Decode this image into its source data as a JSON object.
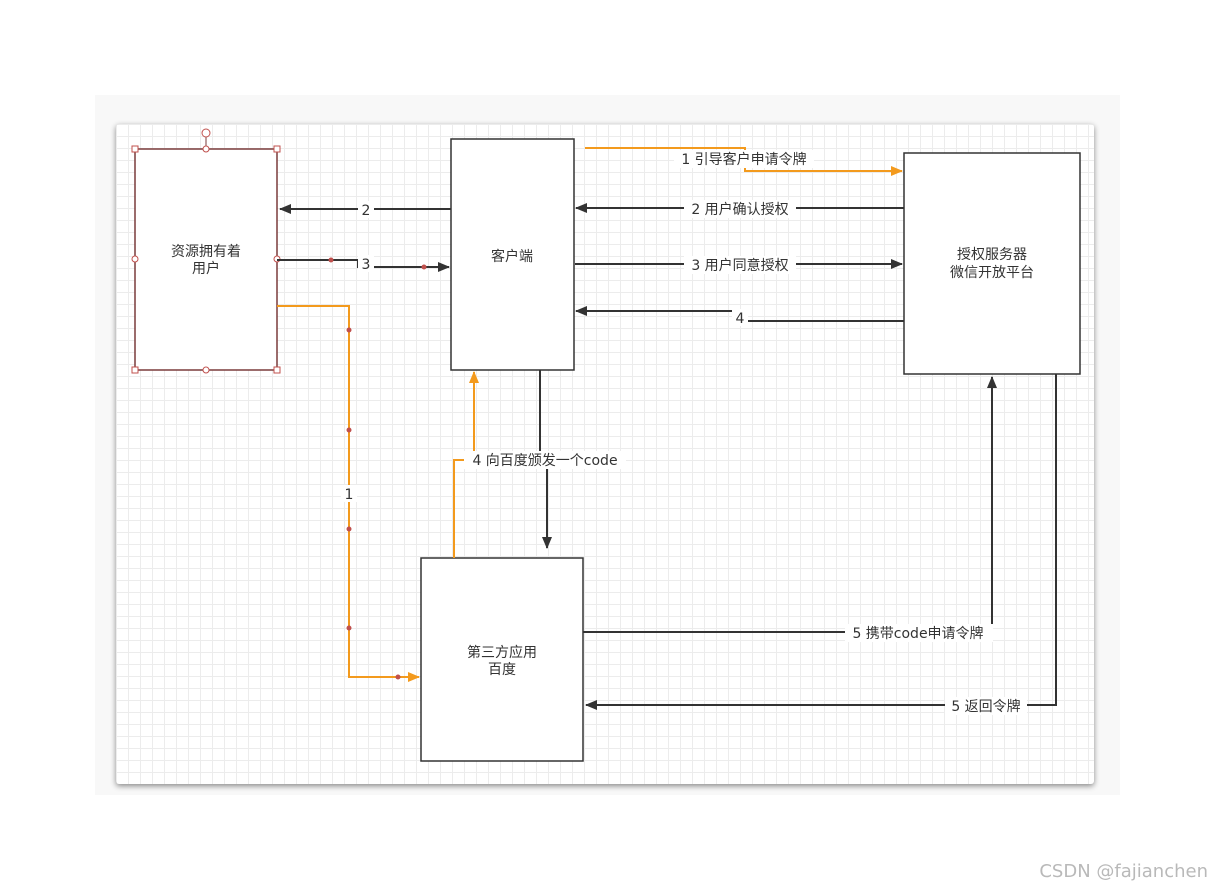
{
  "nodes": {
    "resource_owner": {
      "lines": [
        "资源拥有着",
        "用户"
      ]
    },
    "client": {
      "lines": [
        "客户端"
      ]
    },
    "auth_server": {
      "lines": [
        "授权服务器",
        "微信开放平台"
      ]
    },
    "third_party": {
      "lines": [
        "第三方应用",
        "百度"
      ]
    }
  },
  "edges": {
    "e1_guide_token": "1 引导客户申请令牌",
    "e2_client_owner": "2",
    "e3_owner_client": "3",
    "e2_user_confirm": "2 用户确认授权",
    "e3_user_agree": "3 用户同意授权",
    "e4_auth_client": "4",
    "e4_issue_code": "4 向百度颁发一个code",
    "e1_owner_thirdparty": "1",
    "e5_request_token": "5 携带code申请令牌",
    "e5_return_token": "5 返回令牌"
  },
  "colors": {
    "stroke": "#333333",
    "highlight": "#f39a1d",
    "selection": "#7a3b3b",
    "handle": "#c0504d"
  },
  "watermark": "CSDN @fajianchen"
}
